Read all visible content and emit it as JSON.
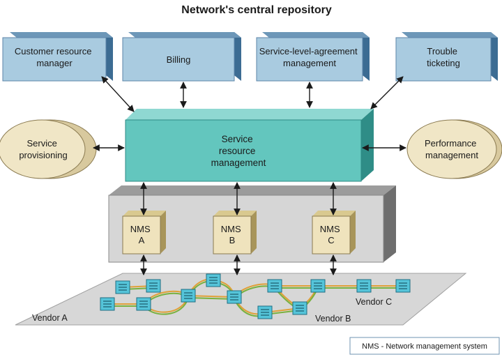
{
  "title": "Network's central repository",
  "top_boxes": [
    {
      "id": "crm",
      "lines": [
        "Customer resource",
        "manager"
      ]
    },
    {
      "id": "billing",
      "lines": [
        "Billing"
      ]
    },
    {
      "id": "sla",
      "lines": [
        "Service-level-agreement",
        "management"
      ]
    },
    {
      "id": "trouble",
      "lines": [
        "Trouble",
        "ticketing"
      ]
    }
  ],
  "side_nodes": [
    {
      "id": "provisioning",
      "lines": [
        "Service",
        "provisioning"
      ]
    },
    {
      "id": "performance",
      "lines": [
        "Performance",
        "management"
      ]
    }
  ],
  "center_box": {
    "lines": [
      "Service",
      "resource",
      "management"
    ]
  },
  "nms_boxes": [
    {
      "id": "a",
      "lines": [
        "NMS",
        "A"
      ]
    },
    {
      "id": "b",
      "lines": [
        "NMS",
        "B"
      ]
    },
    {
      "id": "c",
      "lines": [
        "NMS",
        "C"
      ]
    }
  ],
  "vendors": [
    "Vendor A",
    "Vendor B",
    "Vendor C"
  ],
  "legend": "NMS - Network management system",
  "colors": {
    "top_box": "#a9cbe0",
    "top_box_side": "#3c6c93",
    "center_box": "#63c6be",
    "center_box_side": "#2f8d87",
    "ellipse": "#f0e6c6",
    "nms_box": "#efe3bd",
    "platform": "#d6d6d6",
    "network_plane": "#d7d7d7",
    "link_orange": "#e0a038",
    "link_green": "#79b13f",
    "switch": "#55c4d9"
  }
}
